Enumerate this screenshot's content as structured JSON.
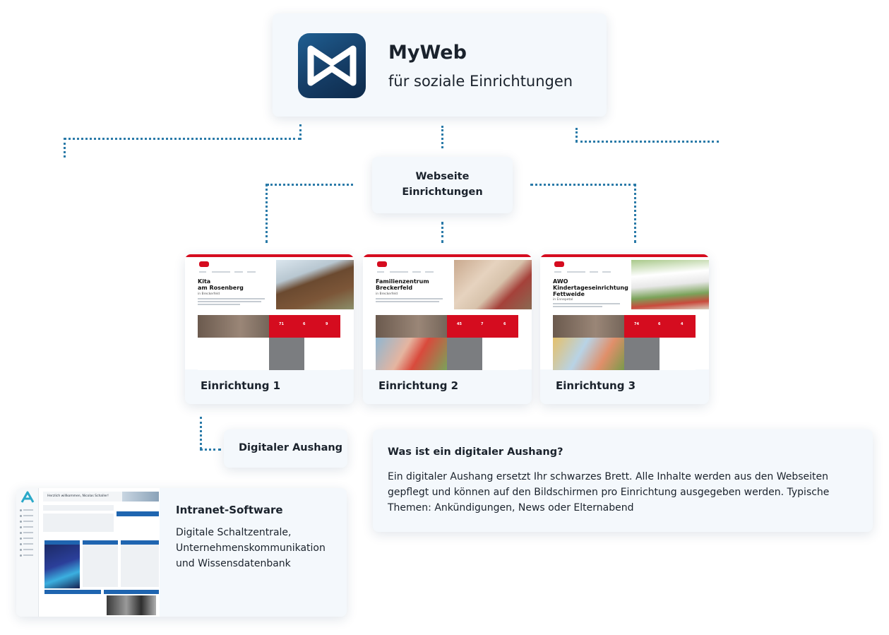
{
  "top": {
    "title": "MyWeb",
    "subtitle": "für soziale Einrichtungen",
    "logo_icon": "myweb-bowtie-logo-icon",
    "logo_color": "#153d66"
  },
  "middle": {
    "line1": "Webseite",
    "line2": "Einrichtungen"
  },
  "facilities": [
    {
      "caption": "Einrichtung 1",
      "heading": [
        "Kita",
        "am Rosenberg"
      ],
      "place": "in Breckerfeld",
      "stats": [
        "71",
        "6",
        "9"
      ]
    },
    {
      "caption": "Einrichtung 2",
      "heading": [
        "Familienzentrum",
        "Breckerfeld"
      ],
      "place": "in Breckerfeld",
      "stats": [
        "45",
        "7",
        "6"
      ]
    },
    {
      "caption": "Einrichtung 3",
      "heading": [
        "AWO",
        "Kindertageseinrichtung",
        "Fettweide"
      ],
      "place": "in Ennepetal",
      "stats": [
        "74",
        "6",
        "4"
      ]
    }
  ],
  "aushang": {
    "label": "Digitaler Aushang"
  },
  "info": {
    "title": "Was ist ein digitaler Aushang?",
    "text": "Ein digitaler Aushang ersetzt Ihr schwarzes Brett. Alle Inhalte werden aus den Webseiten gepflegt und können auf den Bildschirmen pro Einrichtung ausgegeben werden. Typische Themen: Ankündigungen, News oder Elternabend"
  },
  "intranet": {
    "title": "Intranet-Software",
    "description": "Digitale Schaltzentrale, Unternehmenskommunikation und Wissensdatenbank",
    "greeting": "Herzlich willkommen, Nicolas Schaller!"
  },
  "colors": {
    "connector": "#2a7aa8",
    "card_bg": "#f4f8fc",
    "brand_red": "#d50c1f",
    "intranet_blue": "#1f65b0"
  }
}
